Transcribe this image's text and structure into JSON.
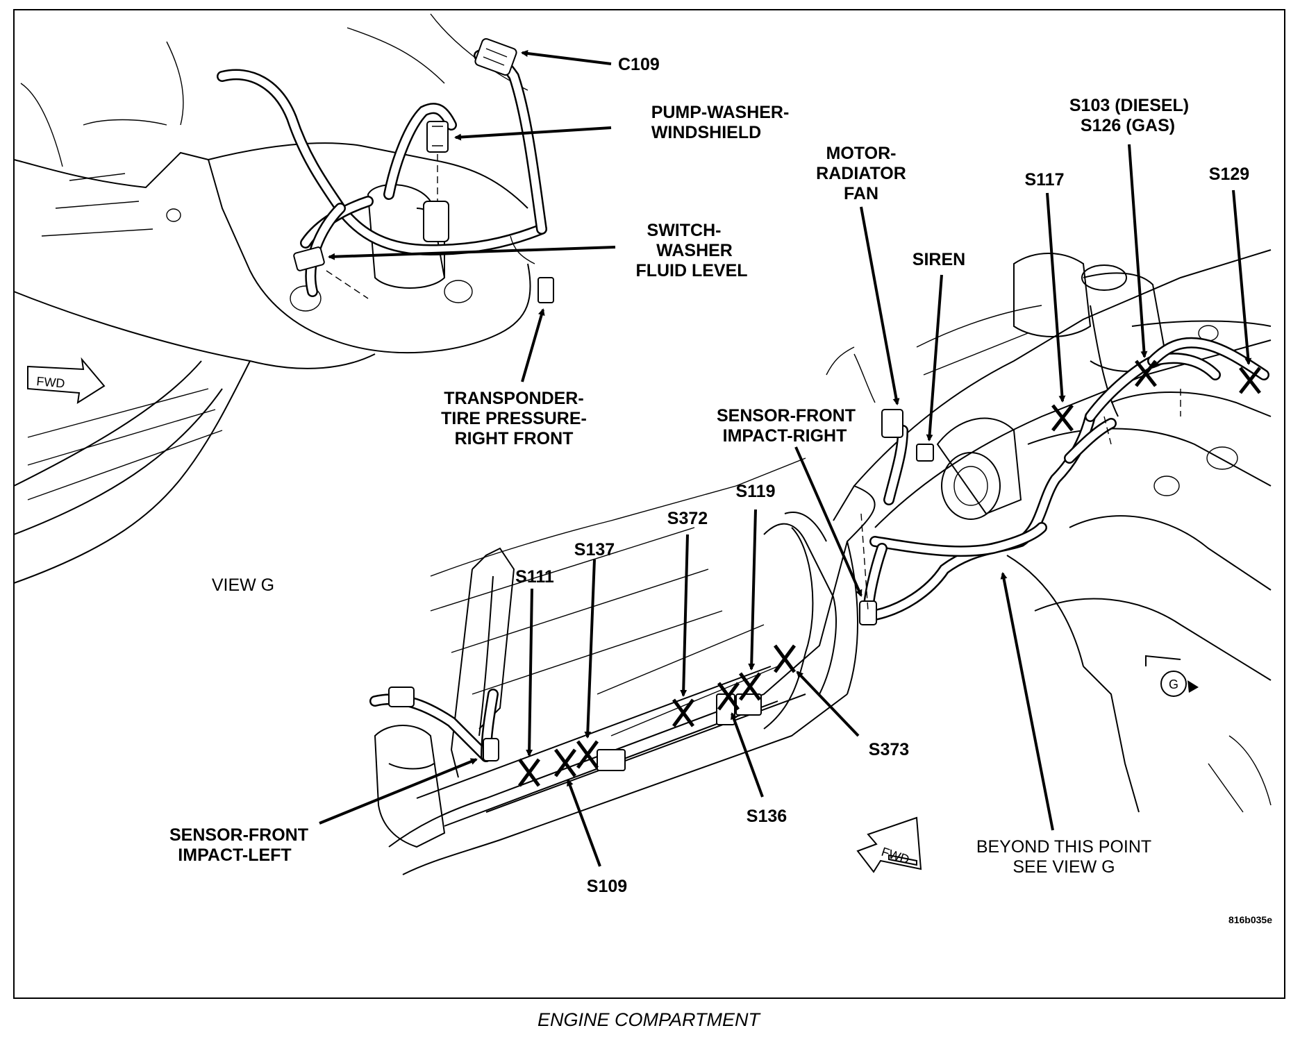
{
  "labels": {
    "c109": "C109",
    "pump_washer_l1": "PUMP-WASHER-",
    "pump_washer_l2": "WINDSHIELD",
    "switch_washer_l1": "SWITCH-",
    "switch_washer_l2": "WASHER",
    "switch_washer_l3": "FLUID LEVEL",
    "transponder_l1": "TRANSPONDER-",
    "transponder_l2": "TIRE PRESSURE-",
    "transponder_l3": "RIGHT FRONT",
    "motor_fan_l1": "MOTOR-",
    "motor_fan_l2": "RADIATOR",
    "motor_fan_l3": "FAN",
    "siren": "SIREN",
    "s103_l1": "S103 (DIESEL)",
    "s103_l2": "S126 (GAS)",
    "s117": "S117",
    "s129": "S129",
    "sensor_right_l1": "SENSOR-FRONT",
    "sensor_right_l2": "IMPACT-RIGHT",
    "s119": "S119",
    "s372": "S372",
    "s137": "S137",
    "s111": "S111",
    "view_g": "VIEW G",
    "sensor_left_l1": "SENSOR-FRONT",
    "sensor_left_l2": "IMPACT-LEFT",
    "s109": "S109",
    "s136": "S136",
    "s373": "S373",
    "beyond_l1": "BEYOND THIS POINT",
    "beyond_l2": "SEE VIEW G",
    "fwd": "FWD",
    "g_marker": "G",
    "figure_id": "816b035e",
    "caption": "ENGINE COMPARTMENT"
  }
}
